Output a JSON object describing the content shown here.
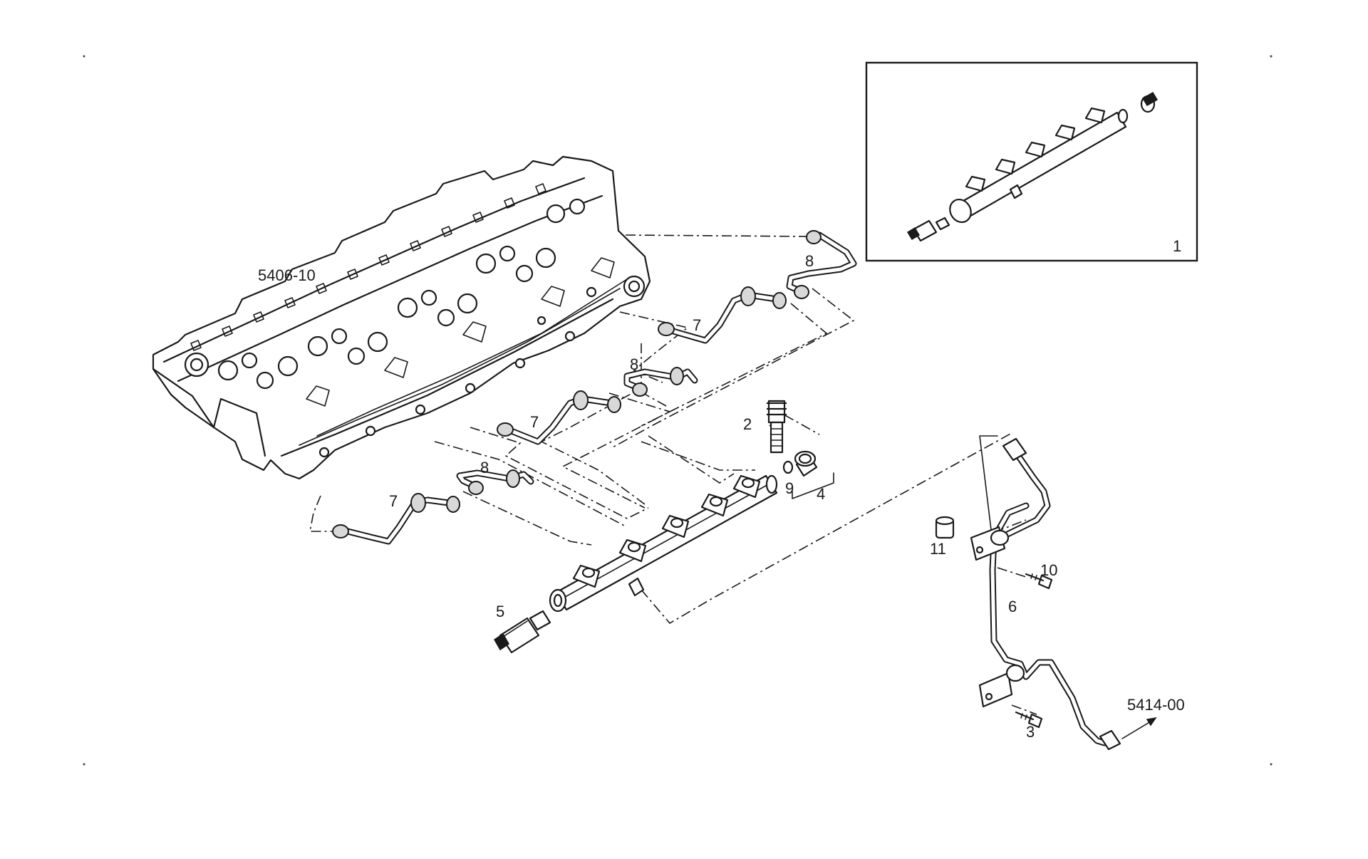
{
  "labels": {
    "head_ref": "5406-10",
    "pipe_ref": "5414-00",
    "c1": "1",
    "c2": "2",
    "c3": "3",
    "c4": "4",
    "c5": "5",
    "c6": "6",
    "c7a": "7",
    "c7b": "7",
    "c7c": "7",
    "c8a": "8",
    "c8b": "8",
    "c8c": "8",
    "c9": "9",
    "c10": "10",
    "c11": "11"
  }
}
